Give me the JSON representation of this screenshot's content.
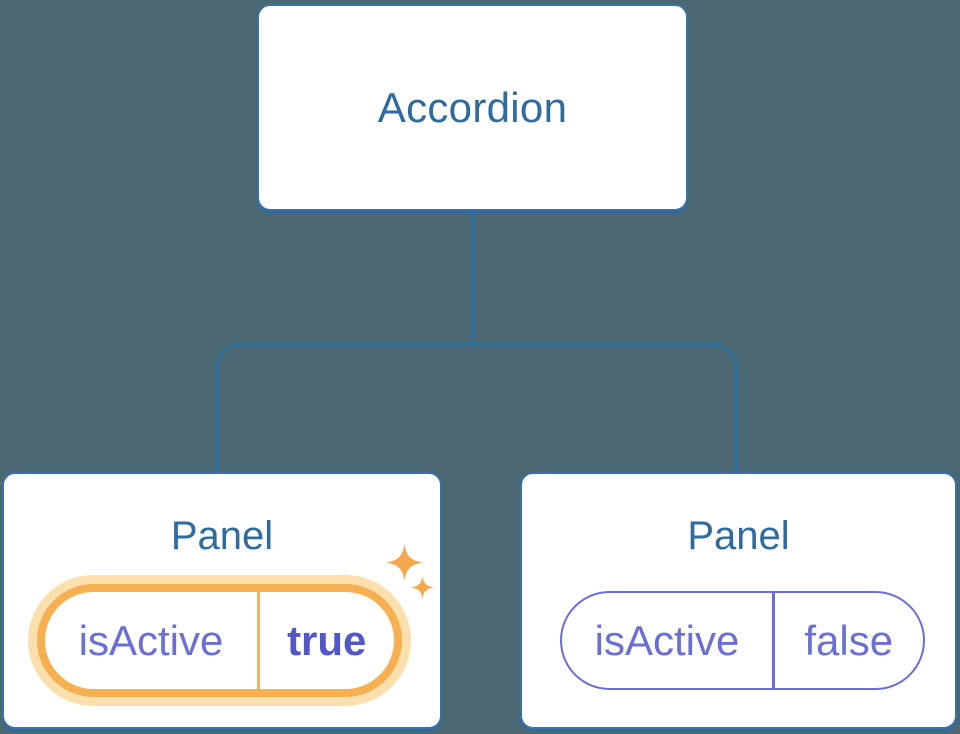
{
  "diagram": {
    "background_color": "#4b6771",
    "root": {
      "label": "Accordion"
    },
    "panels": [
      {
        "title": "Panel",
        "state": {
          "name": "isActive",
          "value": "true"
        },
        "highlighted": true,
        "has_sparkles": true
      },
      {
        "title": "Panel",
        "state": {
          "name": "isActive",
          "value": "false"
        },
        "highlighted": false,
        "has_sparkles": false
      }
    ],
    "icons": {
      "sparkles": "four-point-star-sparkles"
    },
    "colors": {
      "node_fill": "#ffffff",
      "node_border": "#3a71a3",
      "node_title_text": "#2e6b9e",
      "connector_line": "#2d6f9e",
      "state_text": "#6a6fd6",
      "state_value_active_text": "#5157c8",
      "inactive_pill_border": "#6a6fd8",
      "highlight_border": "#f6b052",
      "highlight_glow": "#fbdfad",
      "sparkle": "#f4a84b"
    }
  }
}
